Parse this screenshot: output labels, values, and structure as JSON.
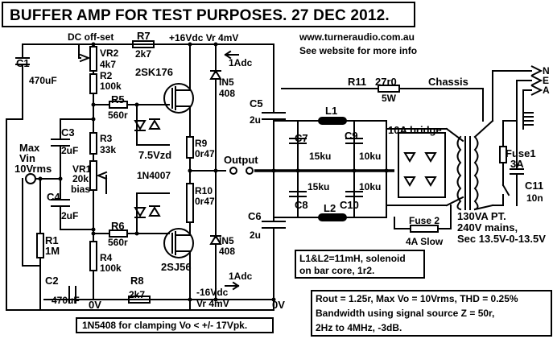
{
  "title": "BUFFER AMP FOR TEST PURPOSES. 27 DEC 2012.",
  "website": {
    "url": "www.turneraudio.com.au",
    "note": "See website for more info"
  },
  "labels": {
    "dc_offset": "DC off-set",
    "r7": "R7",
    "r7_val": "2k7",
    "supply_pos": "+16Vdc Vr 4mV",
    "c1": "C1",
    "c1_val": "470uF",
    "vr2": "VR2",
    "vr2_val": "4k7",
    "r2": "R2",
    "r2_val": "100k",
    "q1": "2SK176",
    "iadc_top": "1Adc",
    "d1": "IN5",
    "d1_val": "408",
    "r5": "R5",
    "r5_val": "560r",
    "c5": "C5",
    "c5_val": "2u",
    "r11": "R11",
    "r11_val": "27r0",
    "r11_power": "5W",
    "chassis": "Chassis",
    "l1": "L1",
    "c3": "C3",
    "c3_val": "2uF",
    "r3": "R3",
    "r3_val": "33k",
    "vzd": "7.5Vzd",
    "vzd_part": "1N4007",
    "r9": "R9",
    "r9_val": "0r47",
    "c7": "C7",
    "c7_val": "15ku",
    "c9": "C9",
    "c9_val": "10ku",
    "bridge": "10A bridge",
    "max": "Max",
    "vin": "Vin",
    "vrms": "10Vrms",
    "vr1": "VR1",
    "vr1_val": "20k",
    "bias": "bias",
    "output": "Output",
    "r10": "R10",
    "r10_val": "0r47",
    "c8": "C8",
    "c8_val": "15ku",
    "c10": "C10",
    "c10_val": "10ku",
    "fuse1": "Fuse1",
    "fuse1_val": "3A",
    "c11": "C11",
    "c11_val": "10n",
    "c4": "C4",
    "c4_val": "2uF",
    "r6": "R6",
    "r6_val": "560r",
    "c6": "C6",
    "c6_val": "2u",
    "l2": "L2",
    "fuse2": "Fuse 2",
    "fuse2_val": "4A Slow",
    "pt_1": "130VA PT.",
    "pt_2": "240V mains,",
    "pt_3": "Sec 13.5V-0-13.5V",
    "r1": "R1",
    "r1_val": "1M",
    "r4": "R4",
    "r4_val": "100k",
    "q2": "2SJ56",
    "d2": "IN5",
    "d2_val": "408",
    "iadc_bot": "1Adc",
    "c2": "C2",
    "c2_val": "470uF",
    "r8": "R8",
    "r8_val": "2k7",
    "gnd_left": "0V",
    "supply_neg_1": "-16Vdc",
    "supply_neg_2": "Vr 4mV",
    "gnd_right": "0V",
    "mains_n": "N",
    "mains_e": "E",
    "mains_a": "A"
  },
  "notes": {
    "inductor": [
      "L1&L2=11mH, solenoid",
      "on bar core, 1r2."
    ],
    "clamp": "1N5408 for clamping Vo < +/- 17Vpk.",
    "specs": [
      "Rout = 1.25r, Max Vo = 10Vrms,  THD = 0.25%",
      "Bandwidth using signal  source Z = 50r,",
      "2Hz to 4MHz, -3dB."
    ]
  }
}
